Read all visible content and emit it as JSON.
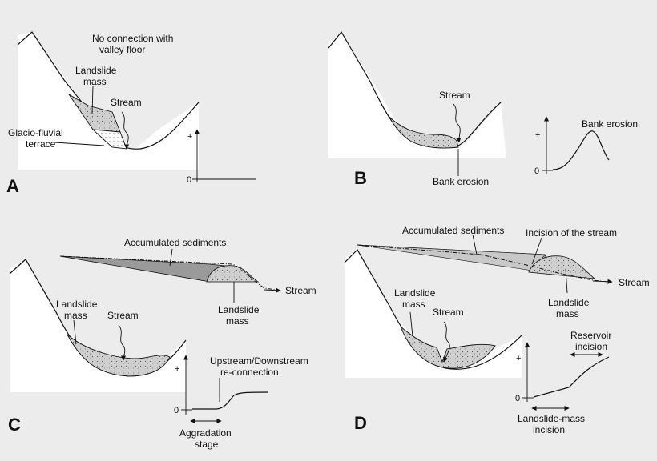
{
  "panels": {
    "A": {
      "letter": "A",
      "label_no_connection_1": "No connection with",
      "label_no_connection_2": "valley floor",
      "label_landslide_1": "Landslide",
      "label_landslide_2": "mass",
      "label_stream": "Stream",
      "label_terrace_1": "Glacio-fluvial",
      "label_terrace_2": "terrace",
      "axis_plus": "+",
      "axis_zero": "0"
    },
    "B": {
      "letter": "B",
      "label_stream": "Stream",
      "label_bank_erosion": "Bank erosion",
      "graph_label": "Bank erosion",
      "axis_plus": "+",
      "axis_zero": "0"
    },
    "C": {
      "letter": "C",
      "label_accumulated": "Accumulated sediments",
      "label_stream_long": "Stream",
      "label_landslide_profile_1": "Landslide",
      "label_landslide_profile_2": "mass",
      "label_landslide_1": "Landslide",
      "label_landslide_2": "mass",
      "label_stream": "Stream",
      "graph_label_1": "Upstream/Downstream",
      "graph_label_2": "re-connection",
      "aggradation_1": "Aggradation",
      "aggradation_2": "stage",
      "axis_plus": "+",
      "axis_zero": "0"
    },
    "D": {
      "letter": "D",
      "label_accumulated": "Accumulated sediments",
      "label_incision": "Incision of the stream",
      "label_stream_long": "Stream",
      "label_landslide_profile_1": "Landslide",
      "label_landslide_profile_2": "mass",
      "label_landslide_1": "Landslide",
      "label_landslide_2": "mass",
      "label_stream": "Stream",
      "reservoir_1": "Reservoir",
      "reservoir_2": "incision",
      "landslide_incision_1": "Landslide-mass",
      "landslide_incision_2": "incision",
      "axis_plus": "+",
      "axis_zero": "0"
    }
  },
  "colors": {
    "background": "#ececec",
    "panel": "#ffffff",
    "sediment": "#c8c8c8",
    "accumulated": "#9a9a9a",
    "line": "#111111"
  }
}
